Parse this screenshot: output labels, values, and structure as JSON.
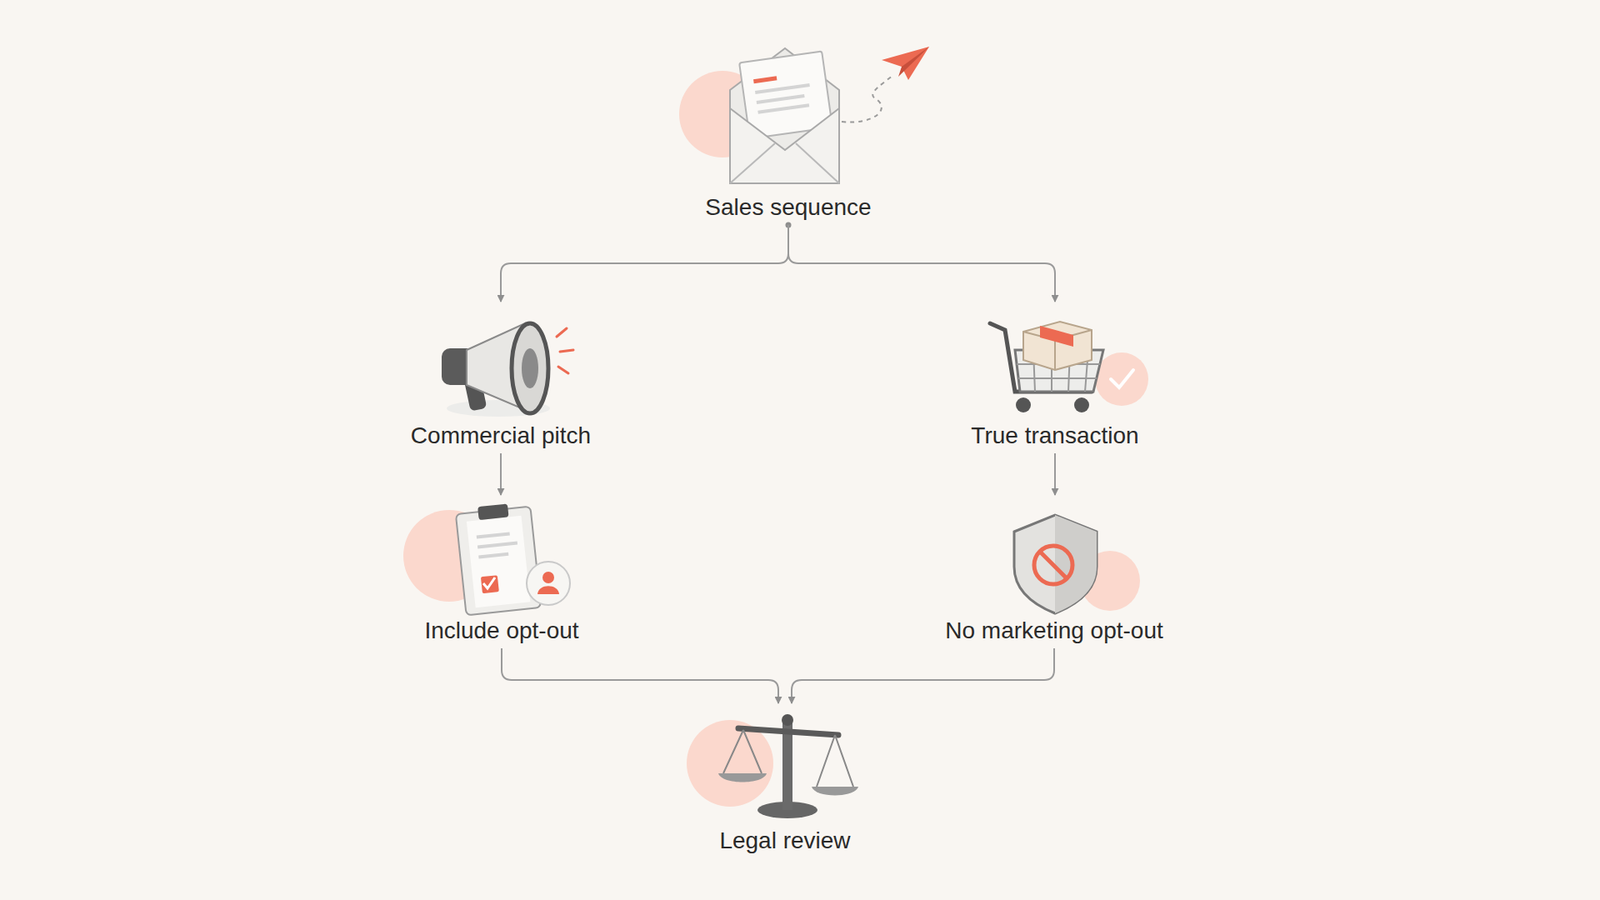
{
  "diagram": {
    "nodes": [
      {
        "text": [
          "Sales sequence"
        ]
      },
      {
        "text": [
          "Commercial pitch"
        ]
      },
      {
        "text": [
          "True transaction"
        ]
      },
      {
        "text": [
          "Include opt-out"
        ]
      },
      {
        "text": [
          "No marketing opt-out"
        ]
      },
      {
        "text": [
          "Legal review"
        ]
      }
    ],
    "edges": [
      {
        "from": 0,
        "to": 1,
        "arrow": "to"
      },
      {
        "from": 0,
        "to": 2,
        "arrow": "to"
      },
      {
        "from": 1,
        "to": 3,
        "arrow": "to"
      },
      {
        "from": 2,
        "to": 4,
        "arrow": "to"
      },
      {
        "from": 3,
        "to": 5,
        "arrow": "to"
      },
      {
        "from": 4,
        "to": 5,
        "arrow": "to"
      }
    ]
  }
}
